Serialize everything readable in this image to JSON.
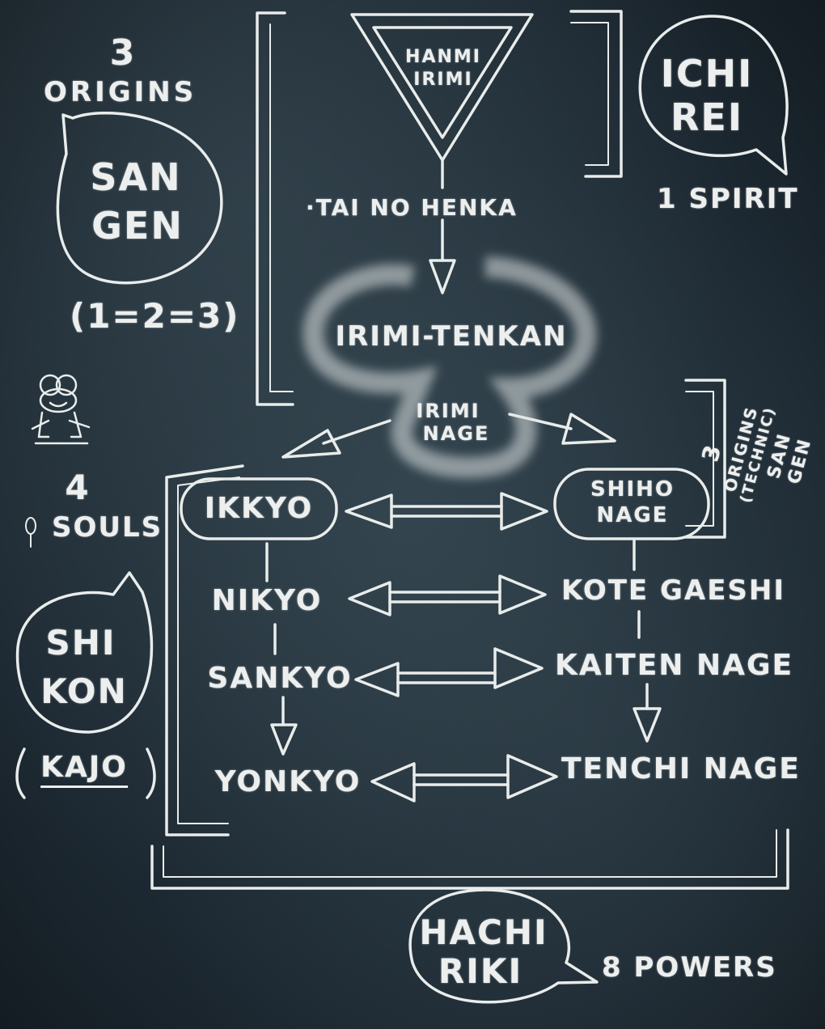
{
  "top": {
    "triangle": [
      "HANMI",
      "IRIMI"
    ],
    "tai_no_henka": "·TAI NO HENKA"
  },
  "left": {
    "origins_number": "3",
    "origins_label": "ORIGINS",
    "san_gen": [
      "SAN",
      "GEN"
    ],
    "equation": "(1=2=3)",
    "souls_number": "4",
    "souls_label": "SOULS",
    "shi_kon": [
      "SHI",
      "KON"
    ],
    "kajo": "KAJO"
  },
  "right": {
    "ichi_rei": [
      "ICHI",
      "REI"
    ],
    "spirit": "1 SPIRIT",
    "origins_technic": [
      "3",
      "ORIGINS",
      "(TECHNIC)",
      "SAN",
      "GEN"
    ]
  },
  "center": {
    "irimi_tenkan": "IRIMI-TENKAN",
    "irimi_nage": [
      "IRIMI",
      "NAGE"
    ]
  },
  "techniques": {
    "left": [
      "IKKYO",
      "NIKYO",
      "SANKYO",
      "YONKYO"
    ],
    "right_shiho": [
      "SHIHO",
      "NAGE"
    ],
    "right": [
      "KOTE GAESHI",
      "KAITEN NAGE",
      "TENCHI NAGE"
    ]
  },
  "bottom": {
    "hachi_riki": [
      "HACHI",
      "RIKI"
    ],
    "powers": "8 POWERS"
  },
  "colors": {
    "chalk": "#ecefee",
    "board": "#1c2831"
  }
}
